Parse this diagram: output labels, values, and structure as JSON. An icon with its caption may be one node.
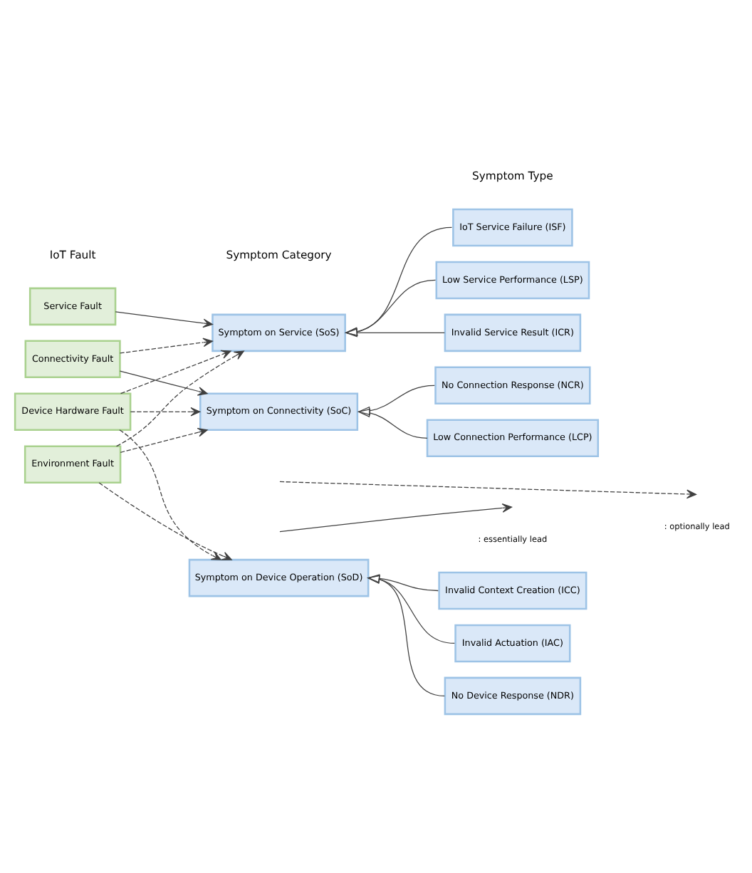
{
  "diagram": {
    "nodes": [
      {
        "text": [
          "Service Fault"
        ]
      },
      {
        "text": [
          "Connectivity Fault"
        ]
      },
      {
        "text": [
          "Device Hardware Fault"
        ]
      },
      {
        "text": [
          "Environment Fault"
        ]
      },
      {
        "text": [
          "Symptom on Service (SoS)"
        ]
      },
      {
        "text": [
          "Symptom on Connectivity (SoC)"
        ]
      },
      {
        "text": [
          "Symptom on Device Operation (SoD)"
        ]
      },
      {
        "text": [
          "IoT Service Failure (ISF)"
        ]
      },
      {
        "text": [
          "Low Service Performance (LSP)"
        ]
      },
      {
        "text": [
          "Invalid Service Result (ICR)"
        ]
      },
      {
        "text": [
          "No Connection Response (NCR)"
        ]
      },
      {
        "text": [
          "Low Connection Performance (LCP)"
        ]
      },
      {
        "text": [
          "Invalid Context Creation (ICC)"
        ]
      },
      {
        "text": [
          "Invalid Actuation (IAC)"
        ]
      },
      {
        "text": [
          "No Device Response (NDR)"
        ]
      }
    ],
    "edges": [
      {
        "from": 0,
        "to": 4,
        "arrow": "to"
      },
      {
        "from": 1,
        "to": 4,
        "arrow": "to",
        "style": "dashed"
      },
      {
        "from": 1,
        "to": 5,
        "arrow": "to"
      },
      {
        "from": 2,
        "to": 4,
        "arrow": "to",
        "style": "dashed"
      },
      {
        "from": 2,
        "to": 5,
        "arrow": "to",
        "style": "dashed"
      },
      {
        "from": 2,
        "to": 6,
        "arrow": "to",
        "style": "dashed"
      },
      {
        "from": 3,
        "to": 4,
        "arrow": "to",
        "style": "dashed"
      },
      {
        "from": 3,
        "to": 5,
        "arrow": "to",
        "style": "dashed"
      },
      {
        "from": 3,
        "to": 6,
        "arrow": "to",
        "style": "dashed"
      },
      {
        "from": 7,
        "to": 4,
        "arrow": "to"
      },
      {
        "from": 8,
        "to": 4,
        "arrow": "to"
      },
      {
        "from": 9,
        "to": 4,
        "arrow": "to"
      },
      {
        "from": 10,
        "to": 5,
        "arrow": "to"
      },
      {
        "from": 11,
        "to": 5,
        "arrow": "to"
      },
      {
        "from": 12,
        "to": 6,
        "arrow": "to"
      },
      {
        "from": 13,
        "to": 6,
        "arrow": "to"
      },
      {
        "from": 14,
        "to": 6,
        "arrow": "to"
      }
    ],
    "labels": [
      "IoT Fault",
      "Symptom Category",
      "Symptom Type"
    ],
    "legend": [
      {
        "text": ": essentially lead"
      },
      {
        "text": ": optionally lead"
      }
    ]
  }
}
